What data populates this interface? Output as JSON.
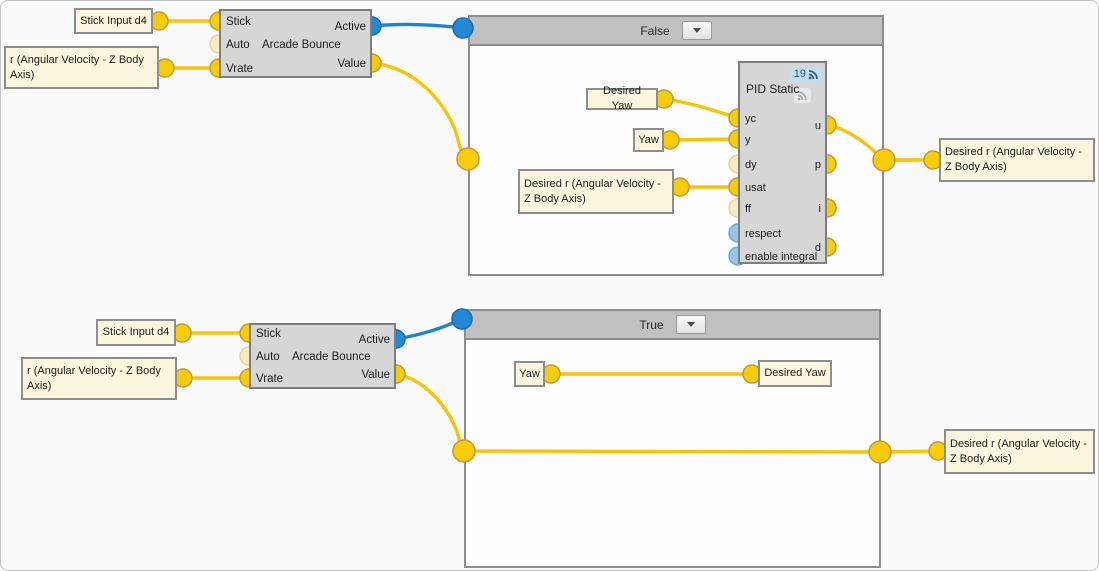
{
  "editor": {
    "background": "#fafafa"
  },
  "palette": {
    "wire_yellow": "#f4c50a",
    "wire_blue": "#1f83d0",
    "port_yellow": "#f8cd05",
    "port_pale_yellow": "#f5ecc0",
    "port_blue": "#2389d6",
    "port_light_blue": "#93c6e9",
    "node_fill": "#fbf6dd",
    "block_fill": "#d6d6d6",
    "group_header_fill": "#c0c0c0",
    "badge_fill": "#bee0f3"
  },
  "value_nodes": {
    "stick_input": "Stick Input d4",
    "r_z_body": "r (Angular Velocity - Z Body Axis)",
    "desired_r_z_body": "Desired r (Angular Velocity - Z Body Axis)",
    "desired_yaw": "Desired Yaw",
    "yaw": "Yaw"
  },
  "arcade_block": {
    "title": "Arcade Bounce",
    "inputs": [
      "Stick",
      "Auto",
      "Vrate"
    ],
    "outputs": [
      "Active",
      "Value"
    ]
  },
  "branches": {
    "false_label": "False",
    "true_label": "True"
  },
  "pid_block": {
    "title": "PID Static",
    "badge_count": "19",
    "inputs": [
      "yc",
      "y",
      "dy",
      "usat",
      "ff",
      "respect",
      "enable integral"
    ],
    "outputs": [
      "u",
      "p",
      "i",
      "d"
    ]
  }
}
